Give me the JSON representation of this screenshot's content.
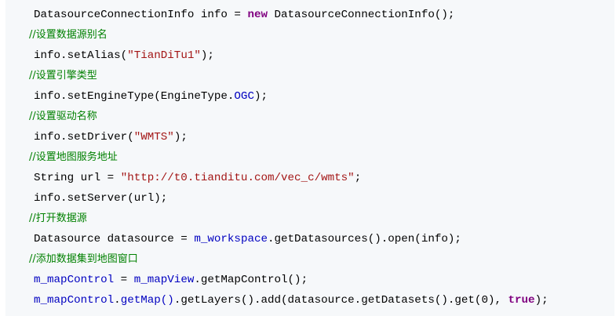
{
  "colors": {
    "background": "#f6f8fa",
    "plain": "#000000",
    "keyword": "#800080",
    "string": "#a31515",
    "field": "#0000c0",
    "comment": "#008000"
  },
  "lines": [
    {
      "kind": "code",
      "tokens": [
        {
          "t": "DatasourceConnectionInfo info = ",
          "c": "plain"
        },
        {
          "t": "new",
          "c": "kw"
        },
        {
          "t": " DatasourceConnectionInfo();",
          "c": "plain"
        }
      ]
    },
    {
      "kind": "comment",
      "tokens": [
        {
          "t": "//设置数据源别名",
          "c": "comment"
        }
      ]
    },
    {
      "kind": "code",
      "tokens": [
        {
          "t": "info.setAlias(",
          "c": "plain"
        },
        {
          "t": "\"TianDiTu1\"",
          "c": "str"
        },
        {
          "t": ");",
          "c": "plain"
        }
      ]
    },
    {
      "kind": "comment",
      "tokens": [
        {
          "t": "//设置引擎类型",
          "c": "comment"
        }
      ]
    },
    {
      "kind": "code",
      "tokens": [
        {
          "t": "info.setEngineType(EngineType.",
          "c": "plain"
        },
        {
          "t": "OGC",
          "c": "fld"
        },
        {
          "t": ");",
          "c": "plain"
        }
      ]
    },
    {
      "kind": "comment",
      "tokens": [
        {
          "t": "//设置驱动名称",
          "c": "comment"
        }
      ]
    },
    {
      "kind": "code",
      "tokens": [
        {
          "t": "info.setDriver(",
          "c": "plain"
        },
        {
          "t": "\"WMTS\"",
          "c": "str"
        },
        {
          "t": ");",
          "c": "plain"
        }
      ]
    },
    {
      "kind": "comment",
      "tokens": [
        {
          "t": "//设置地图服务地址",
          "c": "comment"
        }
      ]
    },
    {
      "kind": "code",
      "tokens": [
        {
          "t": "String url = ",
          "c": "plain"
        },
        {
          "t": "\"http://t0.tianditu.com/vec_c/wmts\"",
          "c": "str"
        },
        {
          "t": ";",
          "c": "plain"
        }
      ]
    },
    {
      "kind": "code",
      "tokens": [
        {
          "t": "info.setServer(url);",
          "c": "plain"
        }
      ]
    },
    {
      "kind": "comment",
      "tokens": [
        {
          "t": "//打开数据源",
          "c": "comment"
        }
      ]
    },
    {
      "kind": "code",
      "tokens": [
        {
          "t": "Datasource datasource = ",
          "c": "plain"
        },
        {
          "t": "m_workspace",
          "c": "fld"
        },
        {
          "t": ".getDatasources().open(info);",
          "c": "plain"
        }
      ]
    },
    {
      "kind": "comment",
      "tokens": [
        {
          "t": "//添加数据集到地图窗口",
          "c": "comment"
        }
      ]
    },
    {
      "kind": "code",
      "tokens": [
        {
          "t": "m_mapControl",
          "c": "fld"
        },
        {
          "t": " = ",
          "c": "plain"
        },
        {
          "t": "m_mapView",
          "c": "fld"
        },
        {
          "t": ".getMapControl();",
          "c": "plain"
        }
      ]
    },
    {
      "kind": "code",
      "tokens": [
        {
          "t": "m_mapControl",
          "c": "fld"
        },
        {
          "t": ".",
          "c": "plain"
        },
        {
          "t": "getMap()",
          "c": "fld"
        },
        {
          "t": ".getLayers().add(datasource.getDatasets().get(0), ",
          "c": "plain"
        },
        {
          "t": "true",
          "c": "kw"
        },
        {
          "t": ");",
          "c": "plain"
        }
      ]
    }
  ]
}
